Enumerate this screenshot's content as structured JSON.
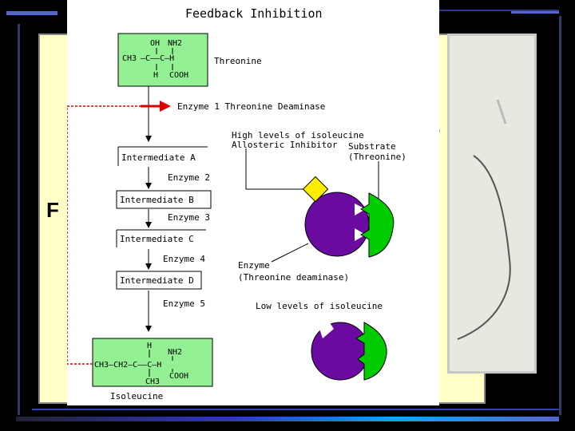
{
  "slide": {
    "left_fragment": "F",
    "right_fragment": "r"
  },
  "diagram": {
    "title": "Feedback Inhibition",
    "threonine": {
      "name": "Threonine",
      "formula_lines": [
        "OH  NH2",
        "CH3—C—C—H",
        "H    COOH"
      ]
    },
    "enzyme1_label": "Enzyme 1 Threonine Deaminase",
    "intermediates": [
      "Intermediate A",
      "Intermediate B",
      "Intermediate C",
      "Intermediate D"
    ],
    "enzymes": [
      "Enzyme 2",
      "Enzyme 3",
      "Enzyme 4",
      "Enzyme 5"
    ],
    "isoleucine": {
      "name": "Isoleucine"
    },
    "high_label_1": "High levels of isoleucine",
    "high_label_2": "Allosteric Inhibitor",
    "substrate_label_1": "Substrate",
    "substrate_label_2": "(Threonine)",
    "enzyme_label_1": "Enzyme",
    "enzyme_label_2": "(Threonine deaminase)",
    "low_label": "Low levels of isoleucine",
    "colors": {
      "molecule_box": "#93f093",
      "enzyme": "#6a0aa0",
      "substrate": "#00cc00",
      "inhibitor": "#ffee00",
      "feedback": "#dd0000",
      "slide_panel": "#ffffc8"
    }
  }
}
